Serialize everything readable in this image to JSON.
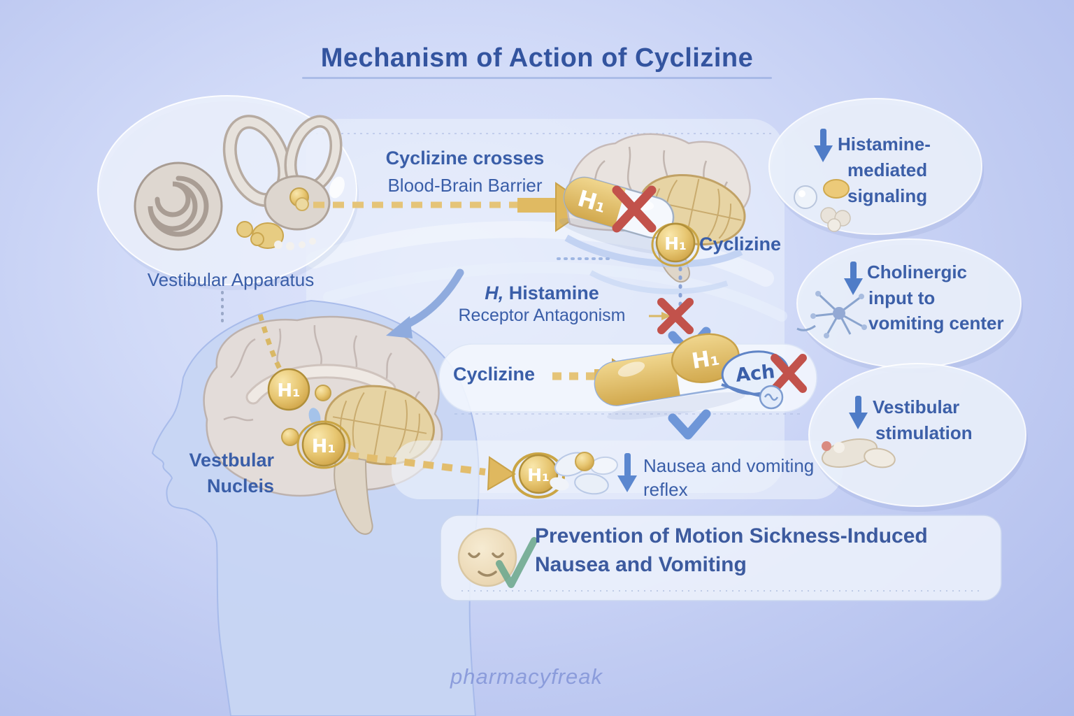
{
  "title": "Mechanism of Action of Cyclizine",
  "watermark": "pharmacyfreak",
  "colors": {
    "text_blue": "#3a5ea8",
    "gold_accent": "#d9b154",
    "blocked_red": "#c2524b",
    "arrow_blue": "#6e96d8",
    "background": "#c5cff3"
  },
  "vestibular_apparatus": {
    "label": "Vestibular Apparatus"
  },
  "bbb_crossing": {
    "line1": "Cyclizine crosses",
    "line2": "Blood-Brain Barrier"
  },
  "top_capsule": {
    "receptor_label": "H₁"
  },
  "top_coin": {
    "receptor_label": "H₁",
    "drug_label": "Cyclizine"
  },
  "antagonism": {
    "h_term": "H,",
    "rest": "Histamine",
    "line2": "Receptor Antagonism"
  },
  "mid_row": {
    "drug_label": "Cyclizine",
    "capsule_receptor": "H₁",
    "ach_label": "Ach"
  },
  "head": {
    "label_line1": "Vestbular",
    "label_line2": "Nucleis",
    "coin1": "H₁",
    "coin2": "H₁"
  },
  "nausea_row": {
    "coin": "H₁",
    "line1": "Nausea and vomiting",
    "line2": "reflex"
  },
  "outcome": {
    "line1": "Prevention of Motion Sickness-Induced",
    "line2": "Nausea and Vomiting"
  },
  "bubbles": [
    {
      "icon": "down-arrow-icon",
      "lines": [
        "Histamine-",
        "mediated",
        "signaling"
      ]
    },
    {
      "icon": "down-arrow-icon",
      "lines": [
        "Cholinergic",
        "input to",
        "vomiting center"
      ]
    },
    {
      "icon": "down-arrow-icon",
      "lines": [
        "Vestibular",
        "stimulation"
      ]
    }
  ]
}
